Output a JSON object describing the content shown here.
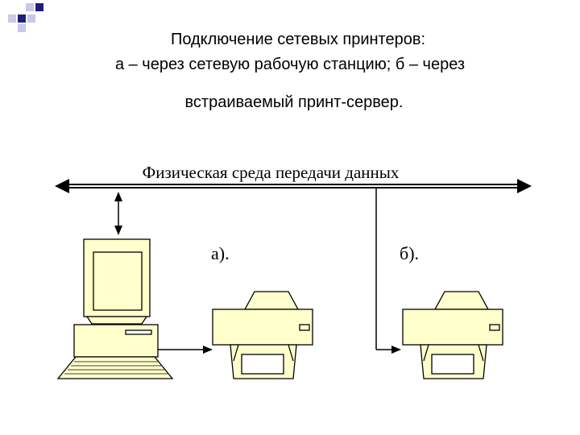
{
  "caption": {
    "line1": "Подключение сетевых принтеров:",
    "line2": "а – через сетевую рабочую станцию; б – через",
    "line3": "встраиваемый принт-сервер."
  },
  "diagram": {
    "bus_label": "Физическая среда передачи данных",
    "label_a": "а).",
    "label_b": "б)."
  },
  "colors": {
    "device_fill": "#ffffcc",
    "corner_dark": "#1f1f7a",
    "corner_light": "#c8c8e8"
  }
}
